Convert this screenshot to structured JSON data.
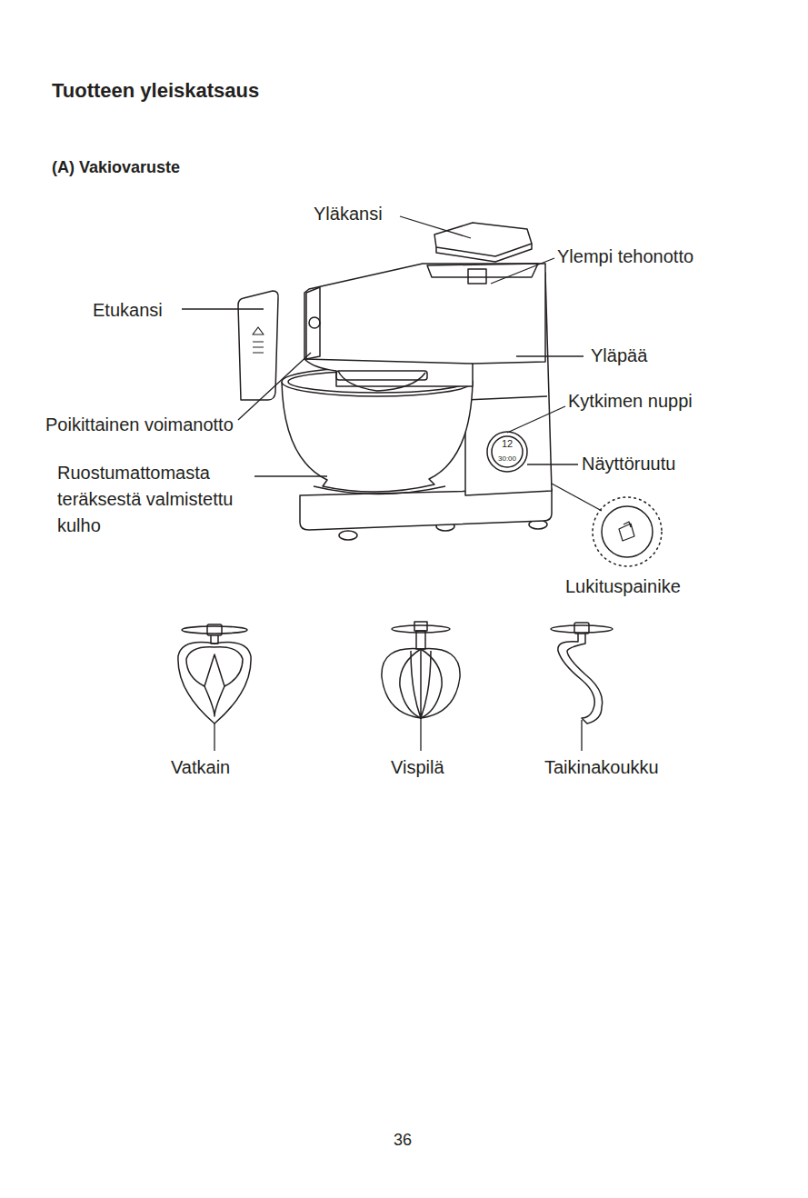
{
  "diagram": {
    "title": "Tuotteen yleiskatsaus",
    "labels": [
      "(A) Vakiovaruste",
      "Yläkansi",
      "Ylempi tehonotto",
      "Etukansi",
      "Yläpää",
      "Kytkimen nuppi",
      "Poikittainen voimanotto",
      "Ruostumattomasta teräksestä valmistettu kulho",
      "12",
      "30:00",
      "Näyttöruutu",
      "Lukituspainike",
      "Vatkain",
      "Vispilä",
      "Taikinakoukku",
      "36"
    ]
  }
}
